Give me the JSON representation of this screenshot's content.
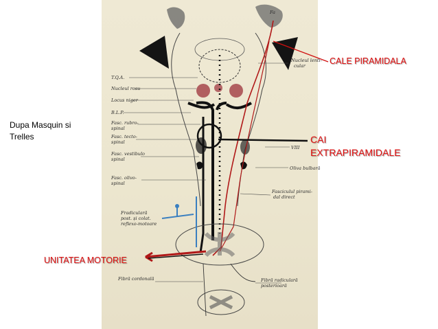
{
  "source_note": {
    "line1": "Dupa Masquin si",
    "line2": "Trelles"
  },
  "labels": {
    "pyramidal": "CALE PIRAMIDALA",
    "extrapyramidal_line1": "CAI",
    "extrapyramidal_line2": "EXTRAPIRAMIDALE",
    "motor_unit": "UNITATEA MOTORIE"
  },
  "handwritten": {
    "fa": "Fa",
    "tqa": "T.Q.A.",
    "red_nucleus": "Nucleul rosu",
    "locus_niger": "Locus niger",
    "blp": "B.L.P.",
    "rubrospinal_1": "Fasc. rubro-",
    "rubrospinal_2": "spinal",
    "tectospinal_1": "Fasc. tecto-",
    "tectospinal_2": "spinal",
    "vestibulospinal_1": "Fasc. vestibulo",
    "vestibulospinal_2": "spinal",
    "olivospinal_1": "Fasc. olivo-",
    "olivospinal_2": "spinal",
    "lenticular_1": "Nucleul lenti-",
    "lenticular_2": "cular",
    "viii": "VIII",
    "olive": "Oliva bulbară",
    "direct_pyr_1": "Fasciculul pirami-",
    "direct_pyr_2": "dal direct",
    "reflex_1": "Fradiculară",
    "reflex_2": "post. și colat.",
    "reflex_3": "reflexo-motoare",
    "cordonal": "Fibră cordonală",
    "post_root_1": "Fibră radiculară",
    "post_root_2": "posterioară"
  },
  "colors": {
    "label_red": "#e01010",
    "tract_black": "#111111",
    "tract_red": "#b01818",
    "reflex_blue": "#3a7fc0"
  }
}
